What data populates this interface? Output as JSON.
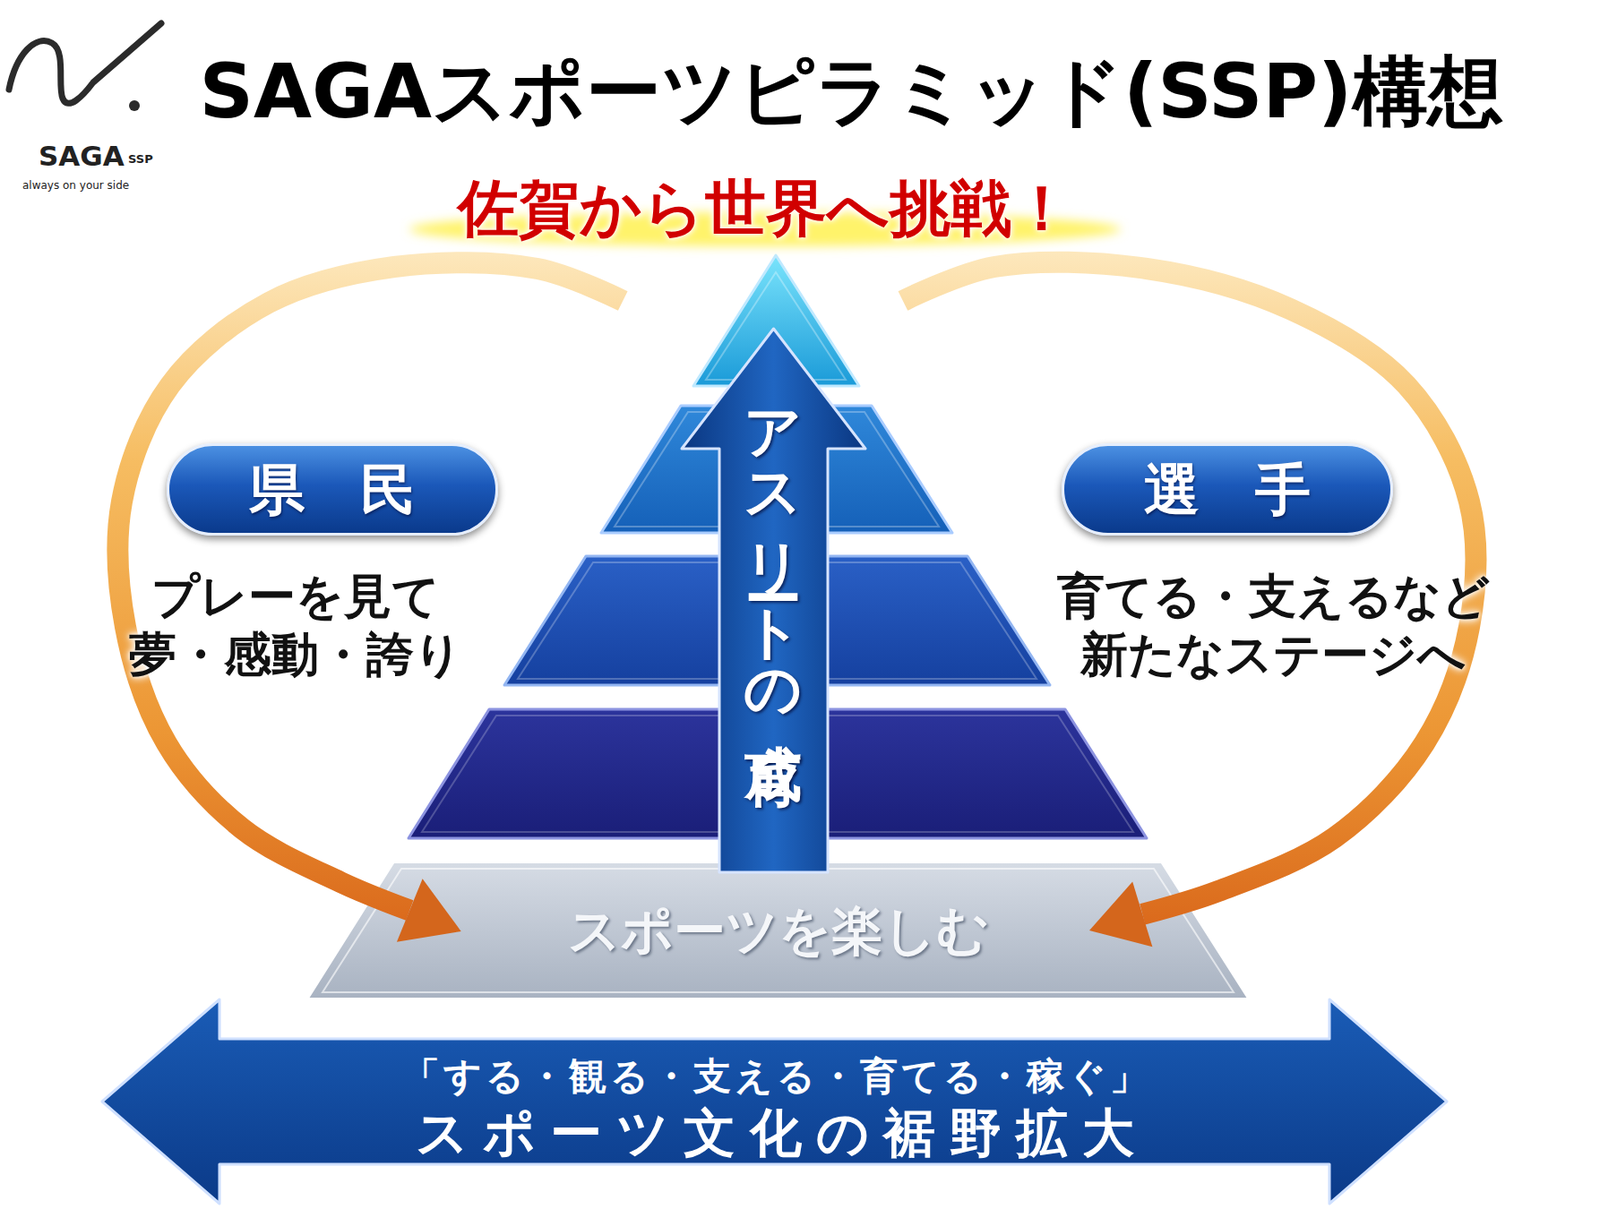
{
  "diagram": {
    "title": "SAGAスポーツピラミッド(SSP)構想",
    "nodes": [
      {
        "text": [
          "佐賀から世界へ挑戦！"
        ]
      },
      {
        "text": [
          "アスリートの育成"
        ]
      },
      {
        "text": [
          "県　民"
        ]
      },
      {
        "text": [
          "選　手"
        ]
      },
      {
        "text": [
          "スポーツを楽しむ"
        ]
      },
      {
        "text": [
          "「する・観る・支える・育てる・稼ぐ」",
          "スポーツ文化の裾野拡大"
        ]
      }
    ],
    "edges": [
      {
        "from": 0,
        "to": 4,
        "arrow": "to"
      },
      {
        "from": 0,
        "to": 4,
        "arrow": "to"
      }
    ],
    "labels": [
      "SAGA",
      "SSP",
      "always on your side",
      "プレーを見て 夢・感動・誇り",
      "育てる・支えるなど 新たなステージへ"
    ]
  }
}
